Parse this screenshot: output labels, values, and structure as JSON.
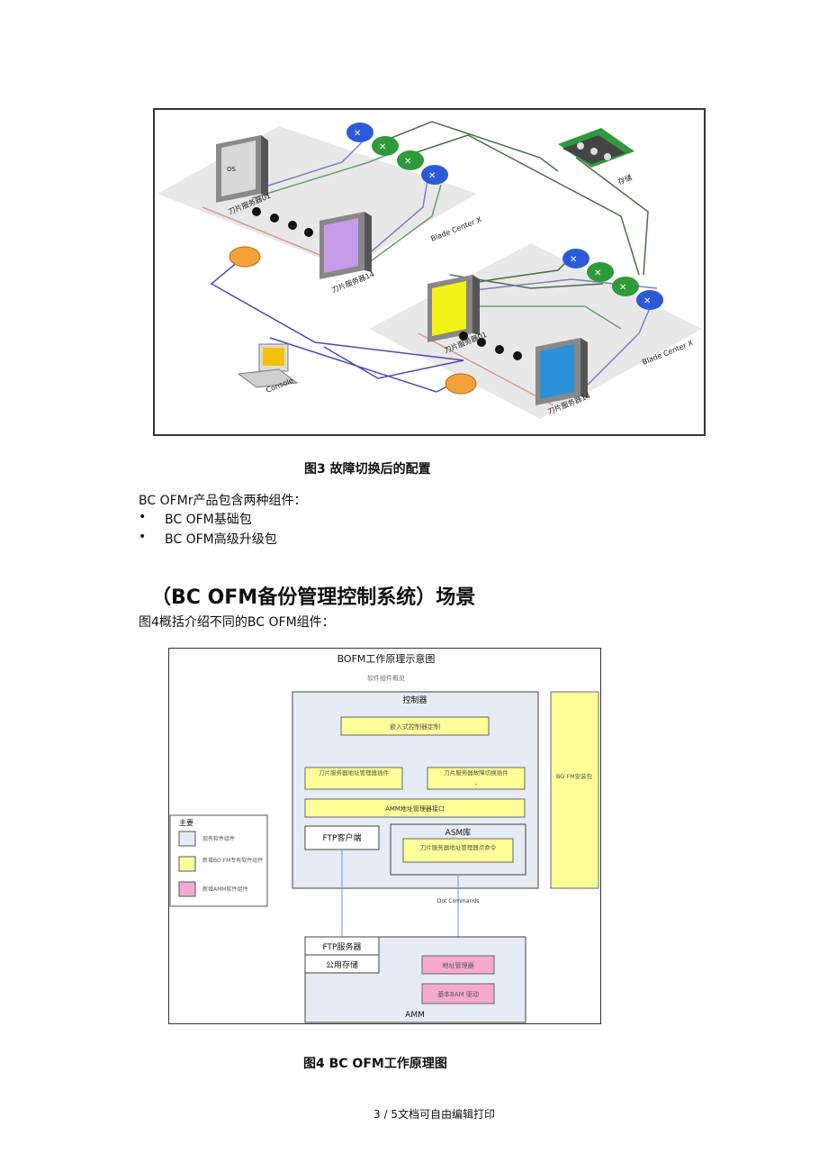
{
  "figure3": {
    "labels": {
      "blade_top_first": "刀片服务器01",
      "blade_top_last": "刀片服务器14",
      "blade_bottom_first": "刀片服务器01",
      "blade_bottom_last": "刀片服务器14",
      "chassis_top": "Blade Center X",
      "chassis_bottom": "Blade Center X",
      "storage": "存储",
      "console": "Console",
      "os_label": "OS"
    },
    "caption": "图3 故障切换后的配置"
  },
  "intro_text": "BC OFMr产品包含两种组件：",
  "bullets": [
    "BC OFM基础包",
    "BC OFM高级升级包"
  ],
  "section_heading": "（BC OFM备份管理控制系统）场景",
  "section_intro": "图4概括介绍不同的BC OFM组件：",
  "figure4": {
    "title": "BOFM工作原理示意图",
    "subtitle": "软件组件概览",
    "controller_title": "控制器",
    "embedded_box": "嵌入式控制器定制",
    "blade_addr_plugin": "刀片服务器地址管理器插件",
    "blade_failover_plugin": "刀片服务器故障切换插件",
    "dash": "-",
    "amm_interface": "AMM地址管理器接口",
    "ftp_client": "FTP客户端",
    "asm_lib": "ASM库",
    "blade_cmd": "刀片服务器地址管理器点命令",
    "bofm_install": "BO FM安装包",
    "legend_title": "主要",
    "legend_items": [
      "现有软件组件",
      "新增BO FM专有软件组件",
      "新增AMM软件组件"
    ],
    "dot_commands": "Dot Commands",
    "ftp_server": "FTP服务器",
    "shared_storage": "公用存储",
    "addr_manager": "地址管理器",
    "bam_driver": "基本BAM 驱动",
    "amm": "AMM",
    "caption": "图4 BC OFM工作原理图"
  },
  "footer": "3 / 5文档可自由编辑打印",
  "colors": {
    "existing": "#e6ecf5",
    "bofm_new": "#ffff99",
    "amm_new": "#f5a9d0",
    "router_blue": "#2a5bd7",
    "router_green": "#2e9a3a",
    "blade_purple": "#c89be8",
    "blade_yellow": "#f3f31a",
    "blade_blue": "#2b8fd9"
  }
}
